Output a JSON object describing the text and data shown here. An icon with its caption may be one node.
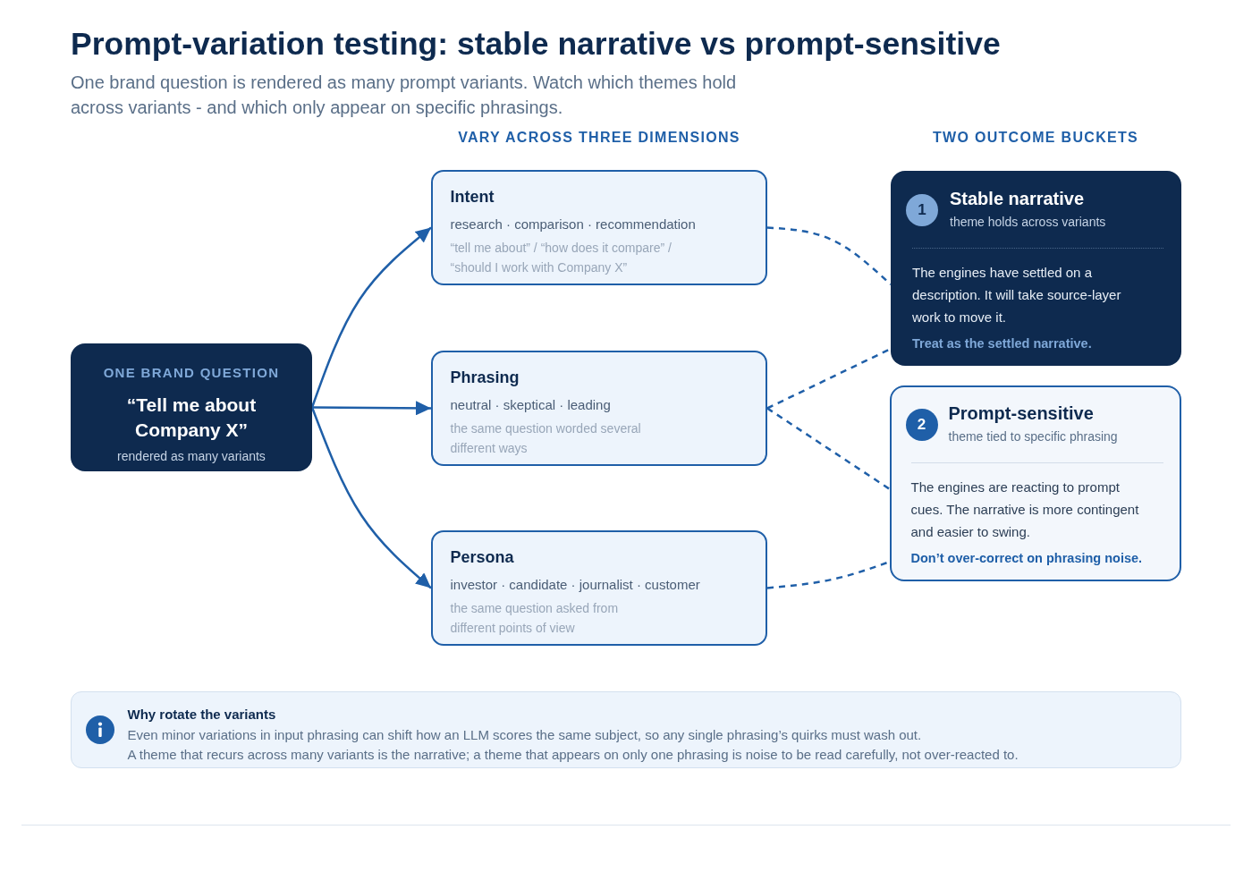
{
  "diagram": {
    "title": "Prompt-variation testing: stable narrative vs prompt-sensitive",
    "caption": "One brand question is rendered as many prompt variants. Watch which themes hold across variants - and which only appear on specific phrasings.",
    "nodes": [
      {
        "text": [
          "ONE BRAND QUESTION",
          "“Tell me about Company X”",
          "rendered as many variants"
        ]
      },
      {
        "text": [
          "Intent",
          "research · comparison · recommendation",
          "“tell me about” / “how does it compare” / “should I work with Company X”"
        ]
      },
      {
        "text": [
          "Phrasing",
          "neutral · skeptical · leading",
          "the same question worded several different ways"
        ]
      },
      {
        "text": [
          "Persona",
          "investor · candidate · journalist · customer",
          "the same question asked from different points of view"
        ]
      },
      {
        "text": [
          "Stable narrative",
          "theme holds across variants",
          "The engines have settled on a description. It will take source-layer work to move it.",
          "Treat as the settled narrative."
        ]
      },
      {
        "text": [
          "1"
        ],
        "in": 4
      },
      {
        "text": [
          "Prompt-sensitive",
          "theme tied to specific phrasing",
          "The engines are reacting to prompt cues. The narrative is more contingent and easier to swing.",
          "Don’t over-correct on phrasing noise."
        ]
      },
      {
        "text": [
          "2"
        ],
        "in": 6
      },
      {
        "text": [
          "Why rotate the variants",
          "Even minor variations in input phrasing can shift how an LLM scores the same subject, so any single phrasing’s quirks must wash out.",
          "A theme that recurs across many variants is the narrative; a theme that appears on only one phrasing is noise to be read carefully, not over-reacted to."
        ]
      }
    ],
    "edges": [
      {
        "from": 0,
        "to": 1,
        "arrow": "to"
      },
      {
        "from": 0,
        "to": 2,
        "arrow": "to"
      },
      {
        "from": 0,
        "to": 3,
        "arrow": "to"
      },
      {
        "from": 1,
        "to": 4,
        "arrow": "none",
        "style": "dashed"
      },
      {
        "from": 2,
        "to": 4,
        "arrow": "none",
        "style": "dashed"
      },
      {
        "from": 2,
        "to": 6,
        "arrow": "none",
        "style": "dashed"
      },
      {
        "from": 3,
        "to": 6,
        "arrow": "none",
        "style": "dashed"
      }
    ],
    "labels": [
      "VARY ACROSS THREE DIMENSIONS",
      "TWO OUTCOME BUCKETS"
    ]
  }
}
